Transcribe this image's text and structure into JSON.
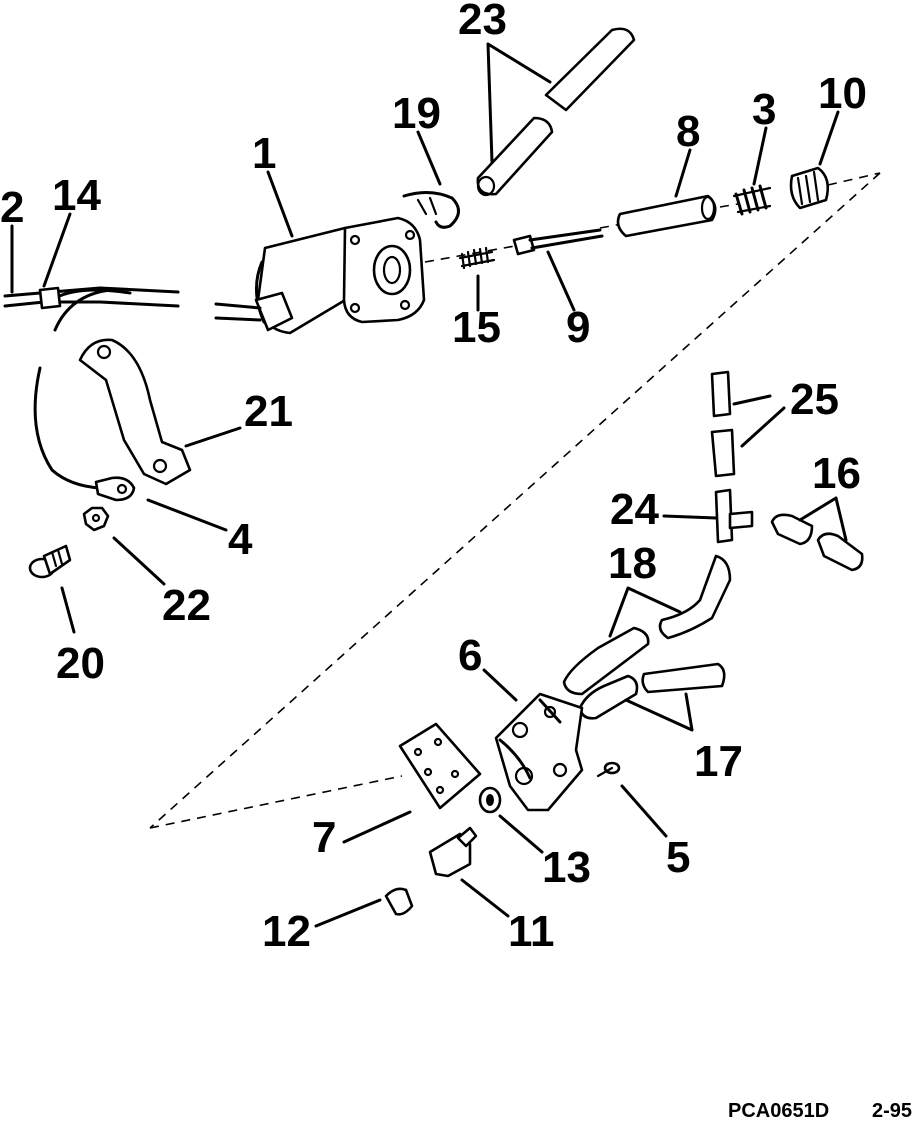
{
  "callouts": {
    "c1": "1",
    "c2": "2",
    "c3": "3",
    "c4": "4",
    "c5": "5",
    "c6": "6",
    "c7": "7",
    "c8": "8",
    "c9": "9",
    "c10": "10",
    "c11": "11",
    "c12": "12",
    "c13": "13",
    "c14": "14",
    "c15": "15",
    "c16": "16",
    "c17": "17",
    "c18": "18",
    "c19": "19",
    "c20": "20",
    "c21": "21",
    "c22": "22",
    "c23": "23",
    "c24": "24",
    "c25": "25"
  },
  "footer": {
    "figure_code": "PCA0651D",
    "page_number": "2-95"
  }
}
